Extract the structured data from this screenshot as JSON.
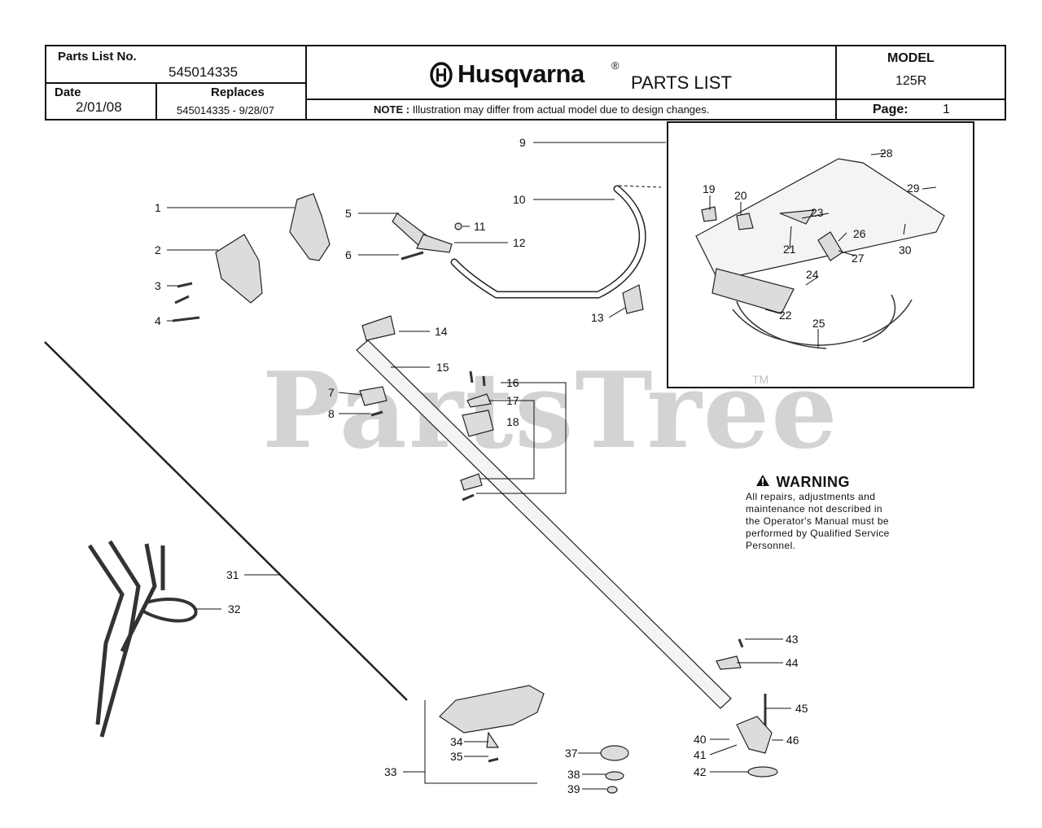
{
  "header": {
    "parts_list_no_label": "Parts List No.",
    "parts_list_no": "545014335",
    "date_label": "Date",
    "date": "2/01/08",
    "replaces_label": "Replaces",
    "replaces": "545014335 - 9/28/07",
    "brand": "Husqvarna",
    "registered": "®",
    "title": "PARTS LIST",
    "note_label": "NOTE :",
    "note_text": "Illustration may differ from actual model due to design changes.",
    "model_label": "MODEL",
    "model": "125R",
    "page_label": "Page:",
    "page": "1"
  },
  "watermark": {
    "text": "PartsTree",
    "tm": "TM"
  },
  "warning": {
    "title": "WARNING",
    "lines": [
      "All repairs, adjustments and",
      "maintenance not described in",
      "the Operator's Manual must be",
      "performed by Qualified Service",
      "Personnel."
    ]
  },
  "callouts": [
    "1",
    "2",
    "3",
    "4",
    "5",
    "6",
    "7",
    "8",
    "9",
    "10",
    "11",
    "12",
    "13",
    "14",
    "15",
    "16",
    "17",
    "18",
    "19",
    "20",
    "21",
    "22",
    "23",
    "24",
    "25",
    "26",
    "27",
    "28",
    "29",
    "30",
    "31",
    "32",
    "33",
    "34",
    "35",
    "37",
    "38",
    "39",
    "40",
    "41",
    "42",
    "43",
    "44",
    "45",
    "46"
  ]
}
